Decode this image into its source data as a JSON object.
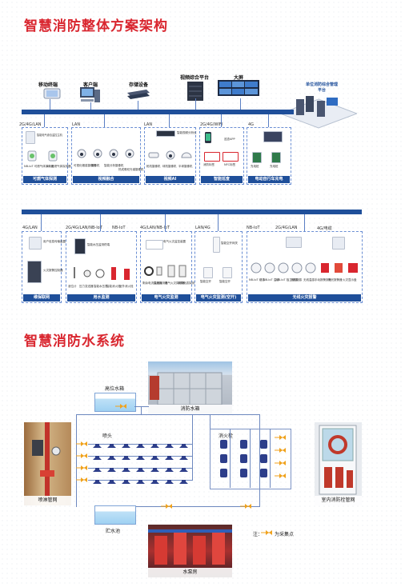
{
  "titles": {
    "arch": "智慧消防整体方案架构",
    "water": "智慧消防水系统"
  },
  "top_devices": [
    {
      "name": "mobile",
      "label": "移动终端"
    },
    {
      "name": "client",
      "label": "客户端"
    },
    {
      "name": "storage",
      "label": "存储设备"
    },
    {
      "name": "video-platform",
      "label": "视频综合平台"
    },
    {
      "name": "big-screen",
      "label": "大屏"
    },
    {
      "name": "unit-platform",
      "label": "单位消防综合管理平台"
    }
  ],
  "row1": [
    {
      "net": "2G/4G/LAN",
      "title": "可燃气体探测",
      "items": [
        "NB-IoT 可燃气体探测器",
        "4G 可燃气体探测器"
      ],
      "extra": "智能电气综合监控主机"
    },
    {
      "net": "LAN",
      "title": "视频融合",
      "items": [
        "可视化烟感摄像机",
        "摄像机",
        "智能分析摄像机",
        "热成像双光谱摄像机"
      ]
    },
    {
      "net": "LAN",
      "title": "视频AI",
      "items": [
        "枪机摄像机",
        "球机摄像机",
        "半球摄像机"
      ],
      "extra": "智能视频分析仪"
    },
    {
      "net": "2G/4G/WIFI",
      "title": "智能巡查",
      "items": [
        "巡查APP",
        "消防标签",
        "NFC标签"
      ]
    },
    {
      "net": "4G",
      "title": "电动自行车充电",
      "items": [
        "充电桩",
        "充电桩"
      ]
    }
  ],
  "row2": [
    {
      "net": "4G/LAN",
      "title": "维保联网",
      "items": [
        "用户信息传输装置",
        "火灾报警控制器"
      ]
    },
    {
      "net": "2G/4G/LAN/NB-IoT",
      "net2": "NB-IoT",
      "title": "用水监测",
      "items": [
        "液位计",
        "压力变送器",
        "智能水压表",
        "智能消火栓",
        "室外消火栓"
      ],
      "extra": "智能水压监测终端"
    },
    {
      "net": "4G/LAN/NB-IoT",
      "title": "电气火灾监测",
      "items": [
        "剩余电流探测器",
        "温度探测器",
        "电气火灾探测器",
        "故障电弧探测器"
      ],
      "extra": "电气火灾监控装置"
    },
    {
      "net": "LAN/4G",
      "title": "电气火灾监测(空开)",
      "items": [
        "智能空开",
        "智能空开"
      ],
      "extra": "智能空开网关"
    },
    {
      "net": "NB-IoT",
      "net2": "2G/4G/LAN",
      "net3": "4G/电缆",
      "title": "无线火灾报警",
      "items": [
        "NB-IoT 烟感",
        "NB-IoT 温感",
        "NB-IoT 独立烟感",
        "无线烟感",
        "无线温感",
        "手动报警按钮",
        "声光报警器",
        "火灾显示盘"
      ]
    }
  ],
  "water": {
    "high_tank": "高位水箱",
    "fire_tank": "消防水箱",
    "sprinkler": "喷头",
    "hydrant": "消火栓",
    "spray_valve": "喷淋管网",
    "indoor_hydrant": "室内消防栓管网",
    "reservoir": "贮水池",
    "pump_room": "水泵房",
    "note": "注：",
    "note_text": "为采集点"
  },
  "colors": {
    "accent": "#d9262f",
    "bar": "#1f4f9a",
    "pipe": "#6d88bf",
    "valve": "#f0a21c"
  }
}
